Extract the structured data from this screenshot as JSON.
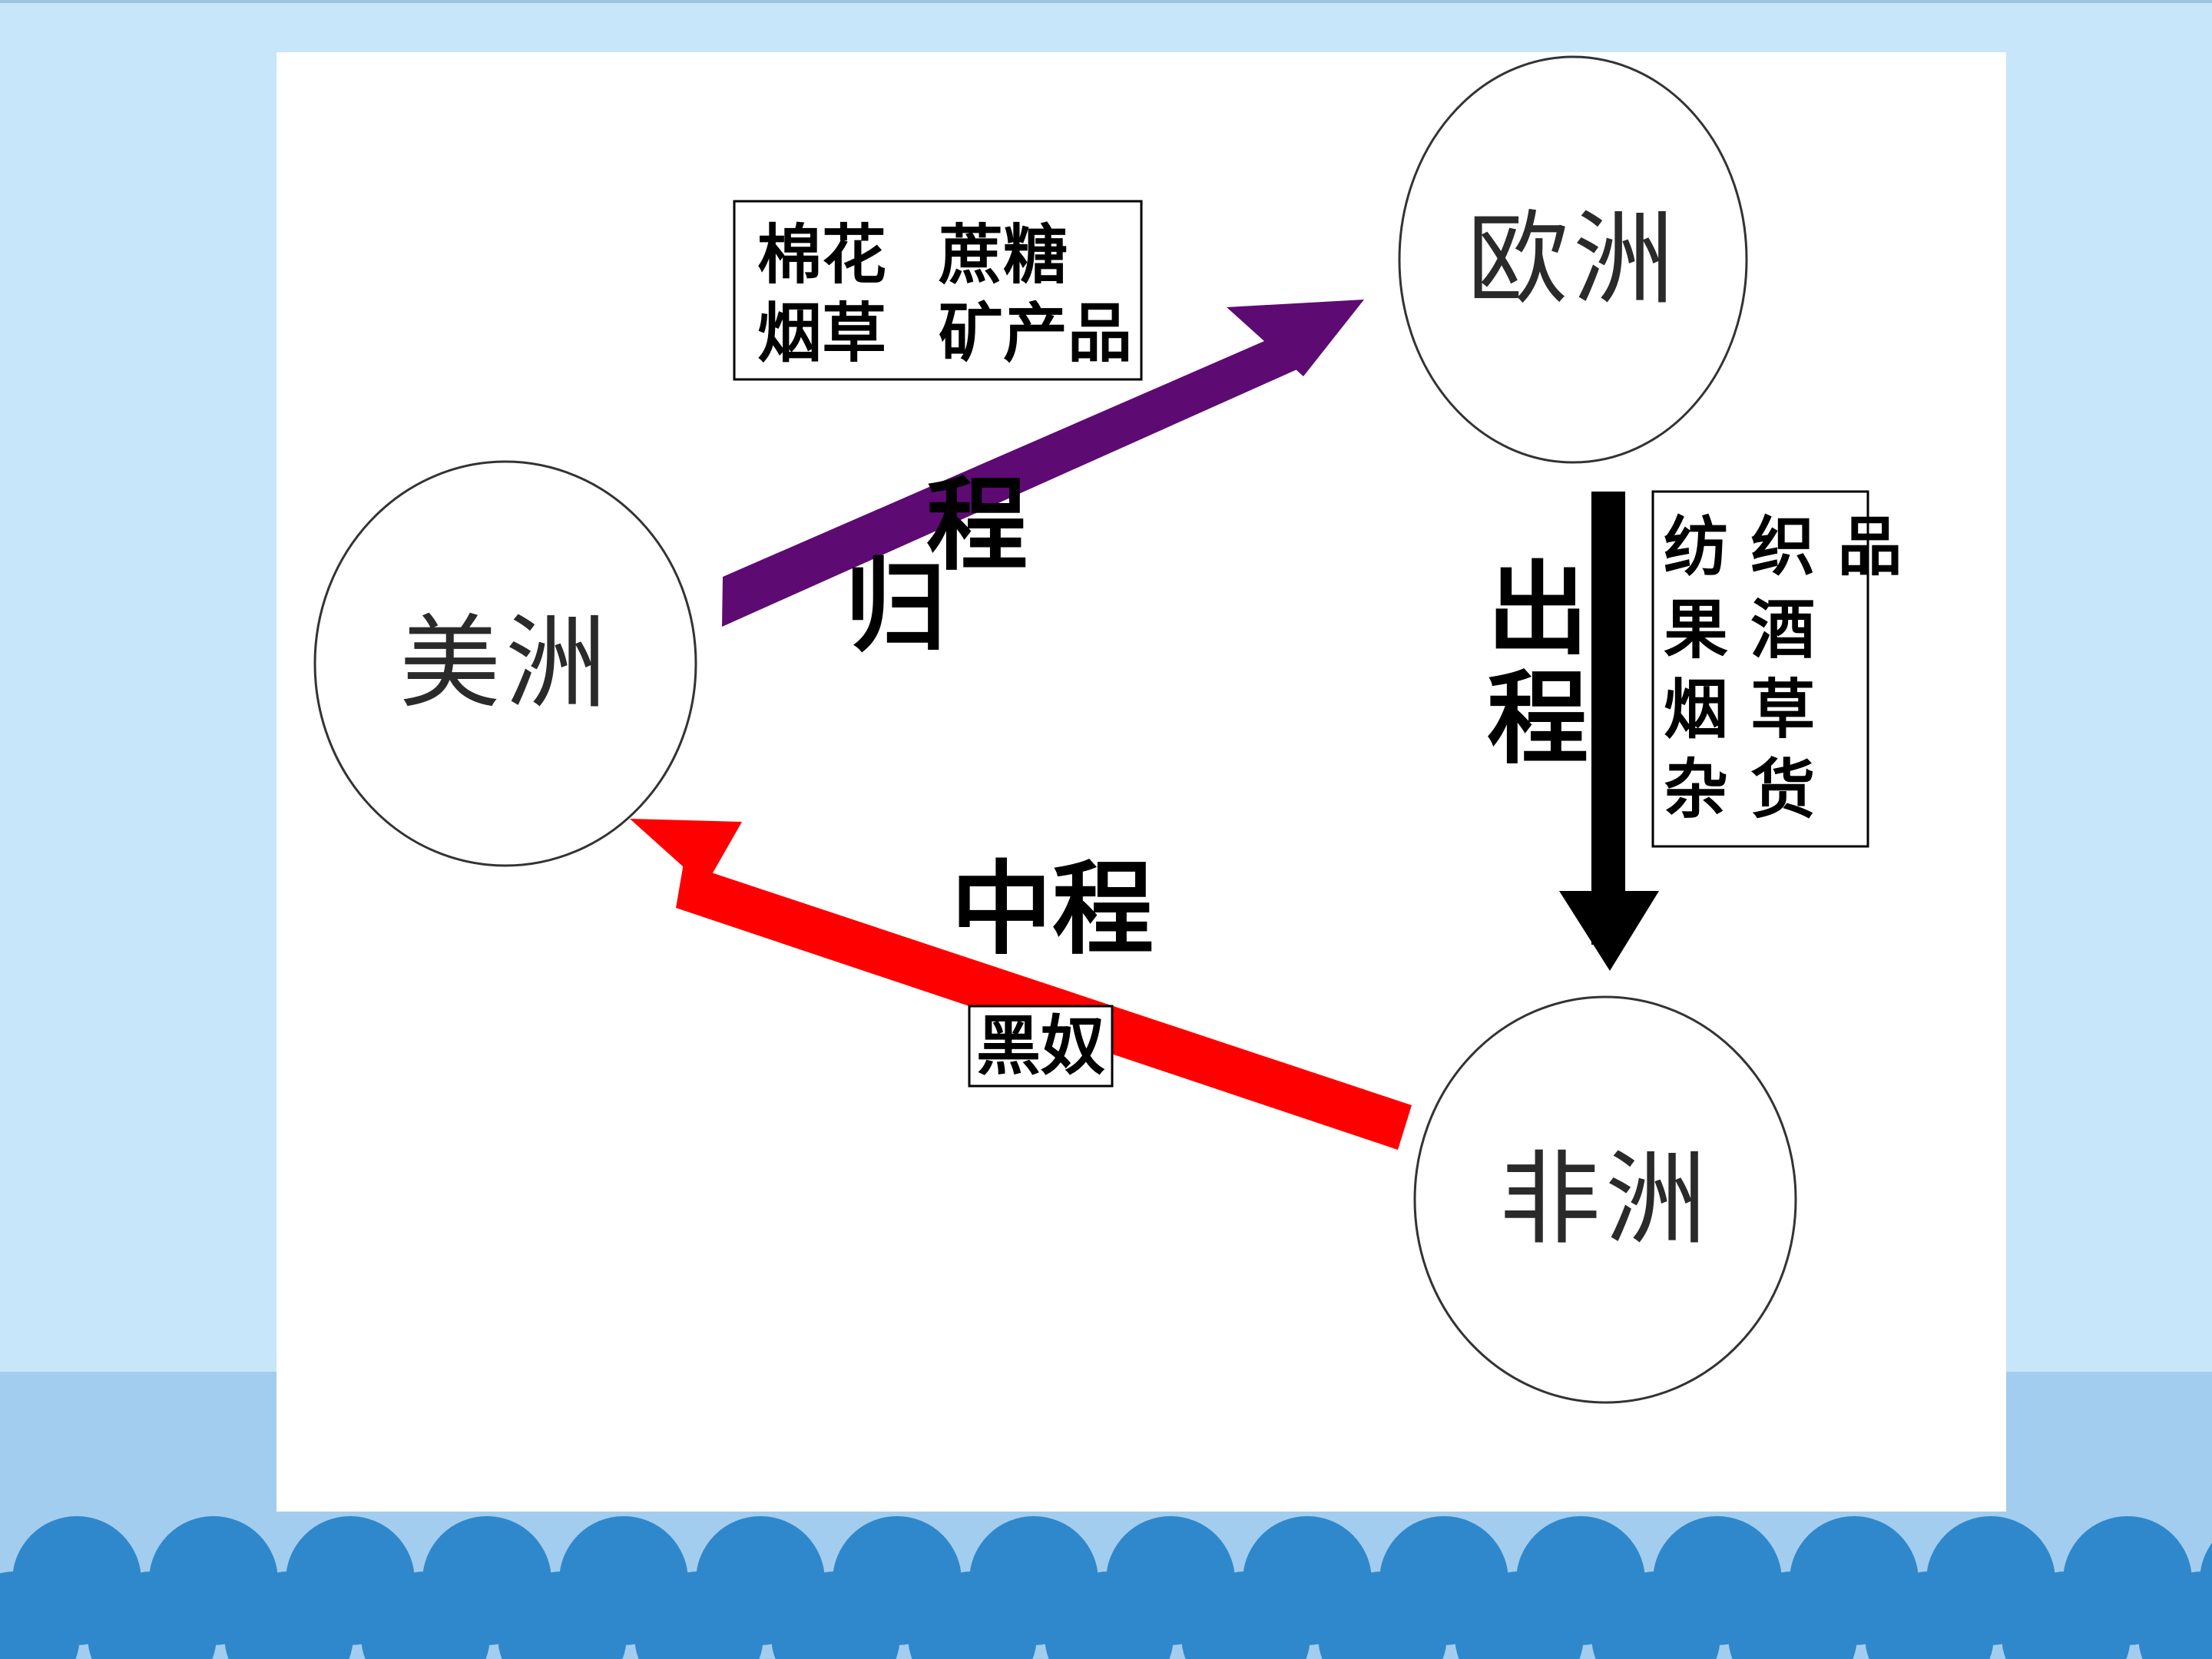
{
  "nodes": {
    "america": "美洲",
    "europe": "欧洲",
    "africa": "非洲"
  },
  "routes": {
    "return": {
      "label_chars": [
        "归",
        "程"
      ],
      "color": "#5e0a73"
    },
    "outbound": {
      "label_chars": [
        "出",
        "程"
      ],
      "color": "#000000"
    },
    "middle": {
      "label": "中程",
      "color": "#ff0000"
    }
  },
  "cargo": {
    "return": {
      "row1": [
        "棉花",
        "蔗糖"
      ],
      "row2": [
        "烟草",
        "矿产品"
      ]
    },
    "outbound": {
      "lines": [
        "纺 织 品",
        "果 酒",
        "烟 草",
        "杂 货"
      ]
    },
    "middle": {
      "text": "黑奴"
    }
  },
  "colors": {
    "background": "#c7e6fa",
    "band": "#a3cdee",
    "wave": "#2f88cc"
  }
}
